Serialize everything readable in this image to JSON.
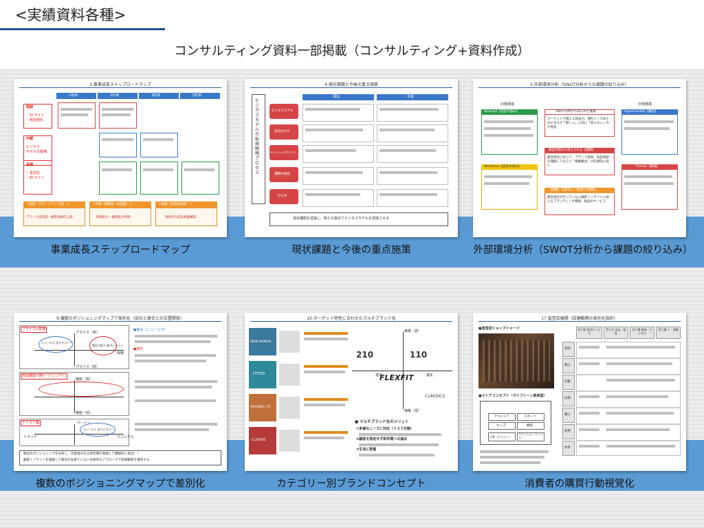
{
  "page": {
    "title": "<実績資料各種>",
    "subtitle": "コンサルティング資料一部掲載（コンサルティング+資料作成）"
  },
  "slides": [
    {
      "caption": "事業成長ステップロードマップ",
      "inner_title": "3.事業成長ステップロードマップ",
      "years": [
        "1年目",
        "2年目",
        "3年目",
        "5年目"
      ],
      "rows": [
        "短期",
        "中期",
        "長期"
      ],
      "row_sub": [
        "・ECサイト\n・物流強化",
        "ビジネス\nモデルの整備",
        "・直営店\n・ECサイト"
      ],
      "footer": [
        "＜短期（スタートアップ期）＞",
        "＜中期（調整期・拡張期）＞",
        "＜長期（安定成長期）＞"
      ],
      "footer_sub": [
        "ブランド認知度・顧客価値向上期",
        "制度拡大・顧客拡大時期",
        "持続的な成長基盤構築"
      ]
    },
    {
      "caption": "現状課題と今後の重点施策",
      "inner_title": "4.現在課題と今後の重点施策",
      "col_heads": [
        "現在",
        "今後"
      ],
      "side_label": "ビジネスモデルの転換 戦略プロセス",
      "pills": [
        "ビジネスモデル",
        "成功のカギ",
        "キャッシュポイント",
        "課題の原因",
        "打ち手"
      ],
      "footer": "現状課題を認識し、新たな視点でビジネスモデルを変換させる"
    },
    {
      "caption": "外部環境分析（SWOT分析から課題の絞り込み）",
      "inner_title": "5.外部環境分析（SWOT分析からの課題の絞り込み）",
      "heads": [
        "内部環境",
        "外部環境"
      ],
      "strength": "Strength【自社の強み】",
      "weakness": "Weakness【自社の弱み】",
      "opportunities": "Opportunities【機会】",
      "threats": "Threats【脅威】",
      "center": [
        "SWOT分析から得られた要素",
        "競合比較から考えられる【課題】",
        "【課題】を解決し「実現する戦略」"
      ],
      "center_body": [
        "マーケットで戦える商品力、潜在ニーズは十分にあるが「欲しい」以前に「知らない」のが現実",
        "競合他社に比べて、ブランド認知、商品価値を理解してもらう「接触機会」が圧倒的に低い",
        "競合他社が行っていない顧客インサイトに訴えるブランディング戦略、独自のサービス"
      ]
    },
    {
      "caption": "複数のポジショニングマップで差別化",
      "inner_title": "9.複数のポジショニングマップで差別化（自社と競合との位置関係）",
      "bubbles": [
        "ニューエラ 全カテゴリー",
        "弊社が狙う 新ポジション",
        "ニューエラ 全カテゴリー"
      ],
      "axis_words": [
        "プライス（高）",
        "プライス（低）",
        "有機",
        "機能（高）",
        "機能（低）",
        "アーバン",
        "カジュアル",
        "トラッド"
      ],
      "tags": [
        "プライス×有機",
        "商品機能×旅行（トレンド）",
        "テイスト軸"
      ],
      "notes": [
        "●競合（ニューエラ）",
        "●弊社"
      ],
      "conclusion": [
        "競合のポジショニングを分析し、可能性のある新市場を発掘して積極的に進出！！",
        "顧客インサイトを理解して競合が出来ていない効果的なアプローチで新規顧客を獲得する"
      ]
    },
    {
      "caption": "カテゴリー別ブランドコンセプト",
      "inner_title": "10.ターゲット特性に合わせたマルチブランド化",
      "brand_words": [
        "SEIBE NAPBRIK",
        "FITTED",
        "ORIGINAL FIT",
        "CLASSIC"
      ],
      "logos": [
        "210",
        "110",
        "FLEXFIT",
        "CLASSICS"
      ],
      "axes": [
        "価格（高）",
        "価格（低）",
        "進化",
        "進化"
      ],
      "merit_title": "■ マルチブランド化のメリット",
      "merits": [
        "①多様なニーズに対応（リスク分散）",
        "②顧客を限定せず新市場への進出",
        "③生活に密着"
      ]
    },
    {
      "caption": "消費者の購買行動視覚化",
      "inner_title": "17.直営店展開（店舗戦略の差別化指針）",
      "section1": "■直営店ショップイメージ",
      "section2": "■ストアコンセプト（ライフシーン鉄来型）",
      "cols": [
        "売り物 商品サービス",
        "売り方 広告・販促",
        "売り場 媒体・チャネル",
        "売り場 人・体験"
      ],
      "rows": [
        "認知",
        "関心",
        "行動",
        "比較",
        "購入",
        "利用",
        "共有"
      ],
      "concept_cells": [
        "アウトドア",
        "スポーツ",
        "キッズ",
        "機能",
        "日常（デイリー）",
        "ファッション（トレンド）"
      ]
    }
  ]
}
